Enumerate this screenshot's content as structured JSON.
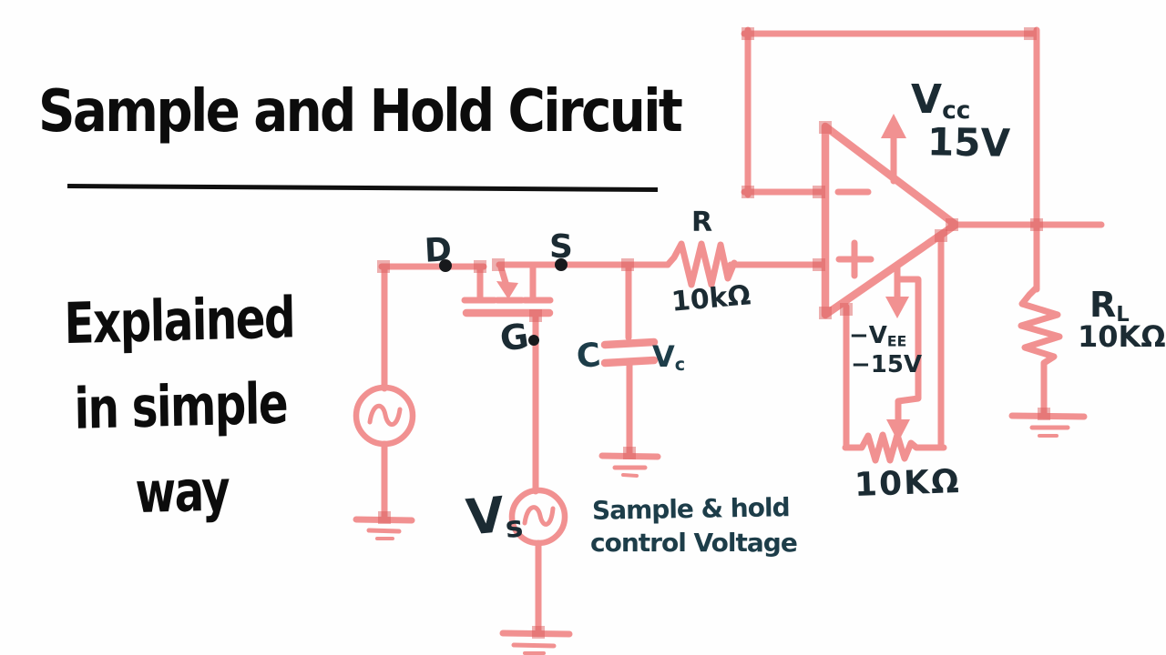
{
  "title": {
    "text": "Sample and Hold Circuit"
  },
  "tagline": {
    "lines": [
      "Explained",
      "in simple",
      "way"
    ]
  },
  "colors": {
    "wire": "#f19191",
    "joint": "#dc5f5f",
    "ink": "#1b2b33",
    "teal": "#1d3d49",
    "title": "#0c0c0c"
  },
  "circuit": {
    "mosfet": {
      "drain": "D",
      "source": "S",
      "gate": "G"
    },
    "capacitor": {
      "name": "C",
      "v_main": "V",
      "v_sub": "c"
    },
    "resistor": {
      "name": "R",
      "value": "10kΩ"
    },
    "input_source": {
      "main": "V",
      "sub": "s"
    },
    "opamp": {
      "vcc_main": "V",
      "vcc_sub": "cc",
      "vcc_value": "15V",
      "vee_main": "−V",
      "vee_sub": "EE",
      "vee_value": "−15V",
      "pot_value": "10KΩ"
    },
    "load": {
      "main": "R",
      "sub": "L",
      "value": "10KΩ"
    },
    "control_label": {
      "line1": "Sample & hold",
      "line2": "control Voltage"
    }
  }
}
